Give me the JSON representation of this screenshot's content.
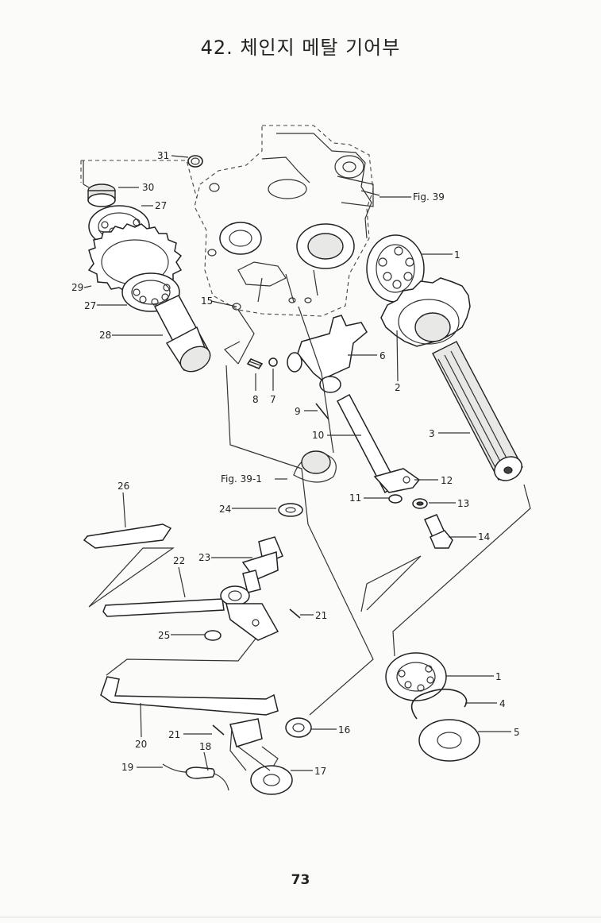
{
  "page": {
    "title": "42. 체인지 메탈 기어부",
    "page_number": "73"
  },
  "references": {
    "fig39": "Fig. 39",
    "fig39_1": "Fig. 39-1"
  },
  "callouts": {
    "c1a": "1",
    "c1b": "1",
    "c2": "2",
    "c3": "3",
    "c4": "4",
    "c5": "5",
    "c6": "6",
    "c7": "7",
    "c8": "8",
    "c9": "9",
    "c10": "10",
    "c11": "11",
    "c12": "12",
    "c13": "13",
    "c14": "14",
    "c15": "15",
    "c16": "16",
    "c17": "17",
    "c18": "18",
    "c19": "19",
    "c20": "20",
    "c21a": "21",
    "c21b": "21",
    "c22": "22",
    "c23": "23",
    "c24": "24",
    "c25": "25",
    "c26": "26",
    "c27a": "27",
    "c27b": "27",
    "c28": "28",
    "c29": "29",
    "c30": "30",
    "c31": "31"
  }
}
